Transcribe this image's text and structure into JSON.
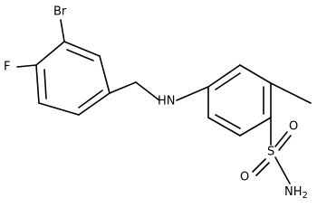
{
  "molecule": {
    "atom_labels": {
      "bromine": "Br",
      "fluorine": "F",
      "amine": "HN",
      "sulfur": "S",
      "oxygen_top": "O",
      "oxygen_bottom": "O",
      "sulfonamide_nitrogen": "NH",
      "sulfonamide_nitrogen_subscript": "2"
    }
  }
}
